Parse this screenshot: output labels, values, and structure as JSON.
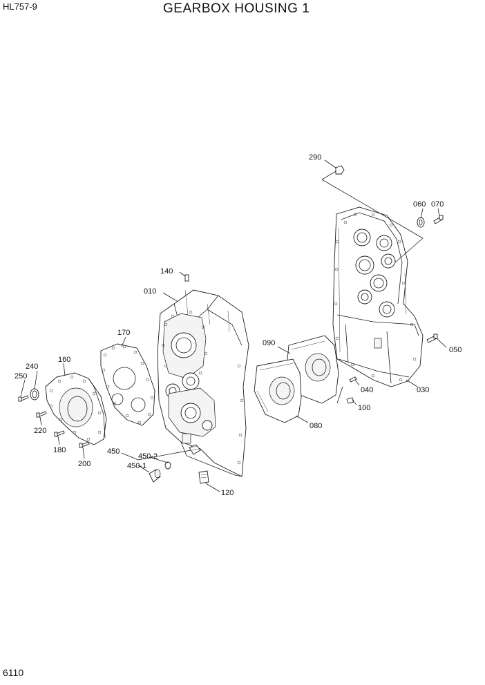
{
  "header": {
    "model_code": "HL757-9",
    "title": "GEARBOX HOUSING 1"
  },
  "footer": {
    "page_number": "6110"
  },
  "callouts": [
    {
      "id": "290",
      "label": "290"
    },
    {
      "id": "060",
      "label": "060"
    },
    {
      "id": "070",
      "label": "070"
    },
    {
      "id": "140",
      "label": "140"
    },
    {
      "id": "010",
      "label": "010"
    },
    {
      "id": "170",
      "label": "170"
    },
    {
      "id": "090",
      "label": "090"
    },
    {
      "id": "050",
      "label": "050"
    },
    {
      "id": "240",
      "label": "240"
    },
    {
      "id": "160",
      "label": "160"
    },
    {
      "id": "250",
      "label": "250"
    },
    {
      "id": "030",
      "label": "030"
    },
    {
      "id": "040",
      "label": "040"
    },
    {
      "id": "100",
      "label": "100"
    },
    {
      "id": "080",
      "label": "080"
    },
    {
      "id": "220",
      "label": "220"
    },
    {
      "id": "180",
      "label": "180"
    },
    {
      "id": "200",
      "label": "200"
    },
    {
      "id": "450",
      "label": "450"
    },
    {
      "id": "450-2",
      "label": "450-2"
    },
    {
      "id": "450-1",
      "label": "450-1"
    },
    {
      "id": "120",
      "label": "120"
    }
  ]
}
